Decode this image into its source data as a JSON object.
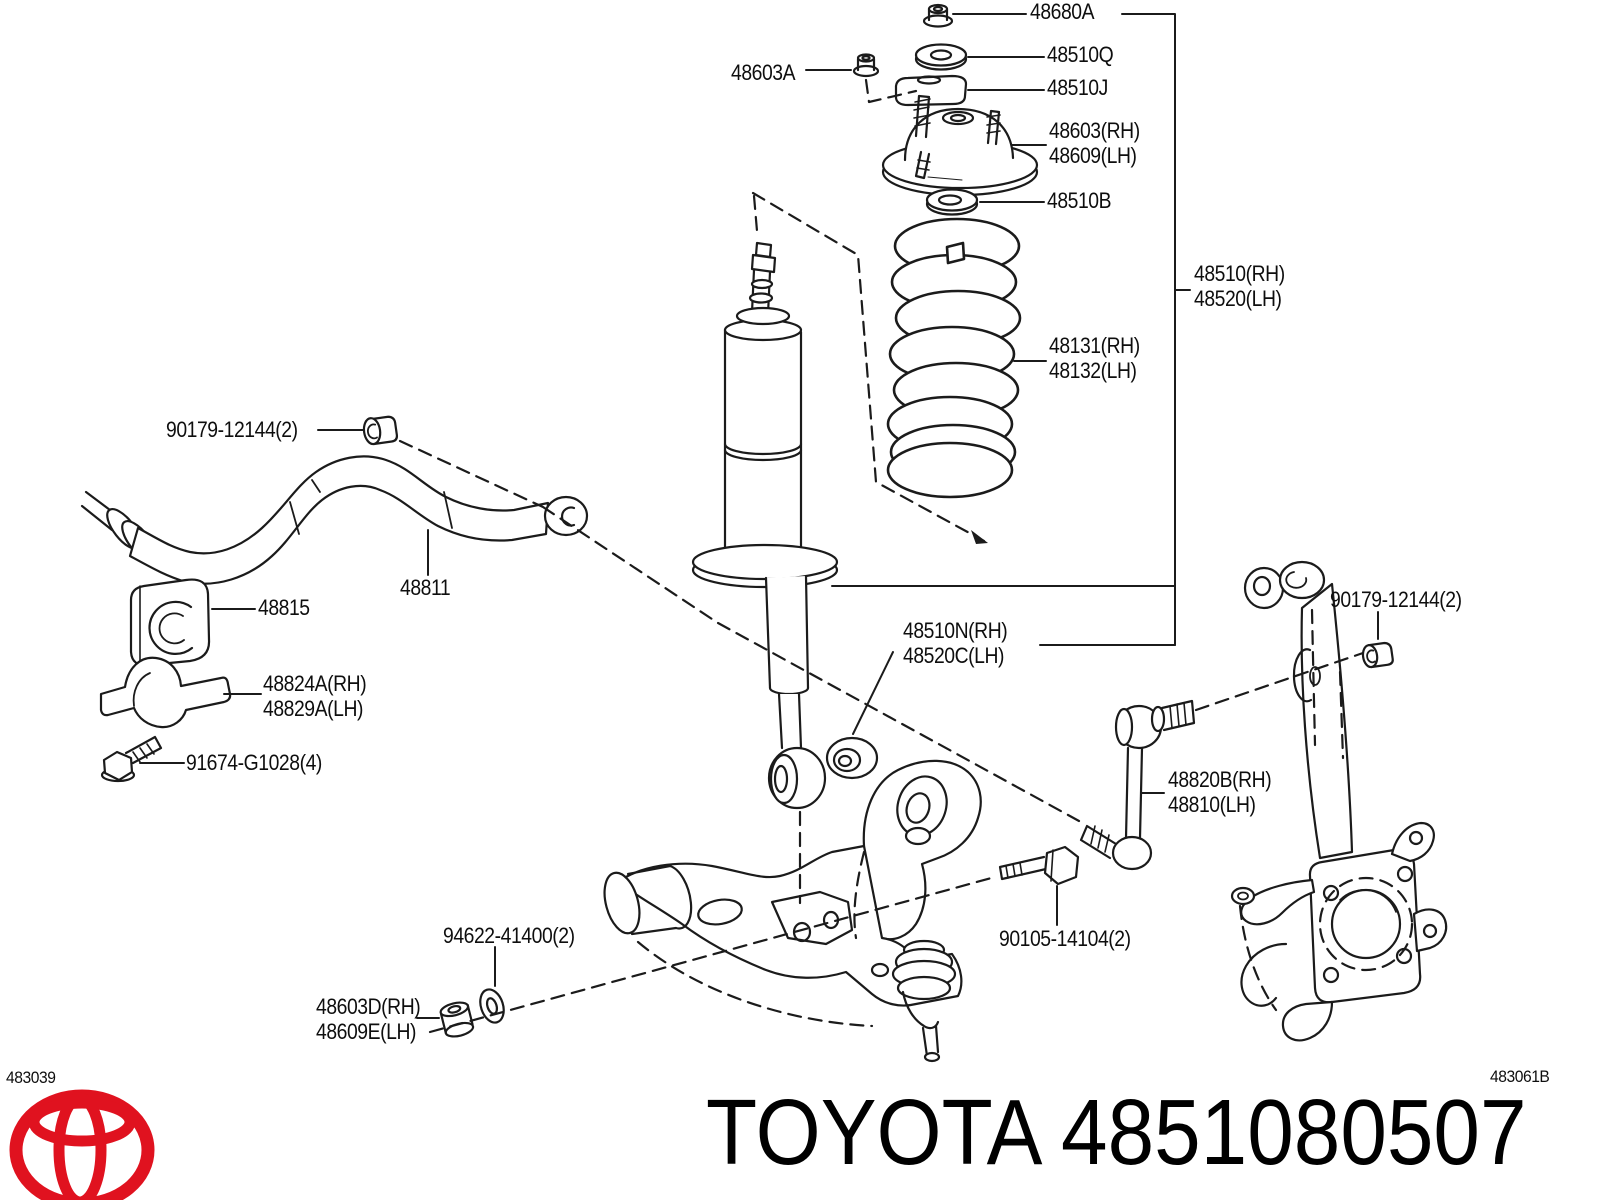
{
  "diagram": {
    "kind": "suspension-parts-exploded-view",
    "callouts": {
      "nut_48680a": "48680A",
      "washer_48510q": "48510Q",
      "cushion_48510j": "48510J",
      "support_rh": "48603(RH)",
      "support_lh": "48609(LH)",
      "washer_48510b": "48510B",
      "nut_48603a": "48603A",
      "shock_assy_rh": "48510(RH)",
      "shock_assy_lh": "48520(LH)",
      "spring_rh": "48131(RH)",
      "spring_lh": "48132(LH)",
      "stab_nut_left": "90179-12144(2)",
      "stab_bar": "48811",
      "stab_bushing": "48815",
      "stab_bracket_rh": "48824A(RH)",
      "stab_bracket_lh": "48829A(LH)",
      "stab_bolt": "91674-G1028(4)",
      "shock_cushion_rh": "48510N(RH)",
      "shock_cushion_lh": "48520C(LH)",
      "link_nut_right": "90179-12144(2)",
      "link_rh": "48820B(RH)",
      "link_lh": "48810(LH)",
      "arm_bolt": "90105-14104(2)",
      "arm_washer": "94622-41400(2)",
      "arm_nut_rh": "48603D(RH)",
      "arm_nut_lh": "48609E(LH)"
    },
    "footer": {
      "code_left": "483039",
      "code_right": "483061B",
      "title": "TOYOTA 4851080507"
    },
    "colors": {
      "line": "#1b1b1b",
      "logo_red": "#e0121f"
    },
    "icons": {
      "logo": "toyota-logo"
    }
  }
}
